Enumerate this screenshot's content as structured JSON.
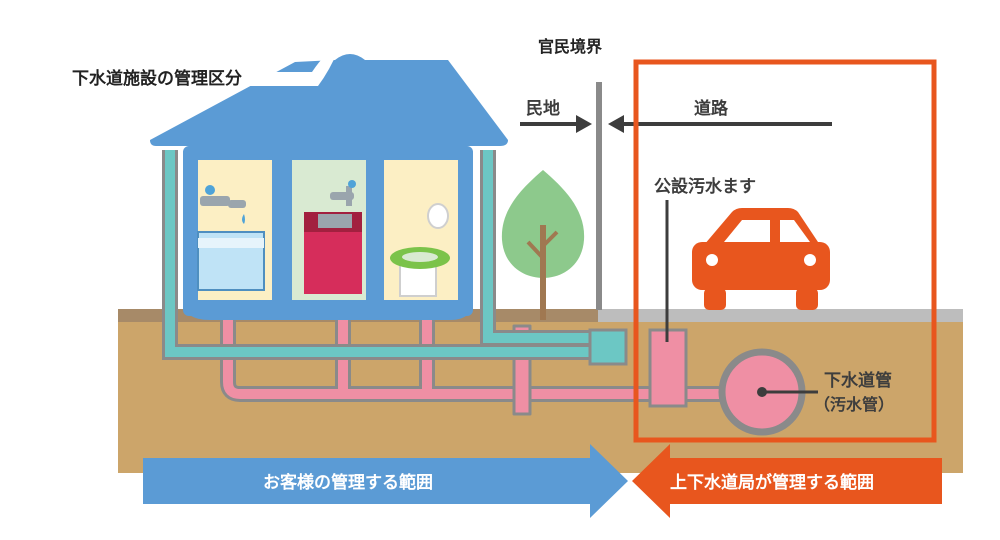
{
  "title": "下水道施設の管理区分",
  "labels": {
    "boundary": "官民境界",
    "private_land": "民地",
    "road": "道路",
    "public_inlet": "公設汚水ます",
    "sewer_pipe_line1": "下水道管",
    "sewer_pipe_line2": "（汚水管）"
  },
  "arrows": {
    "customer": "お客様の管理する範囲",
    "bureau": "上下水道局が管理する範囲"
  },
  "colors": {
    "house_blue": "#5b9bd5",
    "bureau_orange": "#e8561e",
    "pipe_pink": "#ef8fa4",
    "pipe_teal": "#6cc7c4",
    "soil": "#cca56a",
    "tree_green": "#8dc98c",
    "car_orange": "#e8561e"
  },
  "icons": [
    "bathtub-icon",
    "kitchen-sink-icon",
    "toilet-icon",
    "faucet-icon",
    "tree-icon",
    "car-icon"
  ]
}
